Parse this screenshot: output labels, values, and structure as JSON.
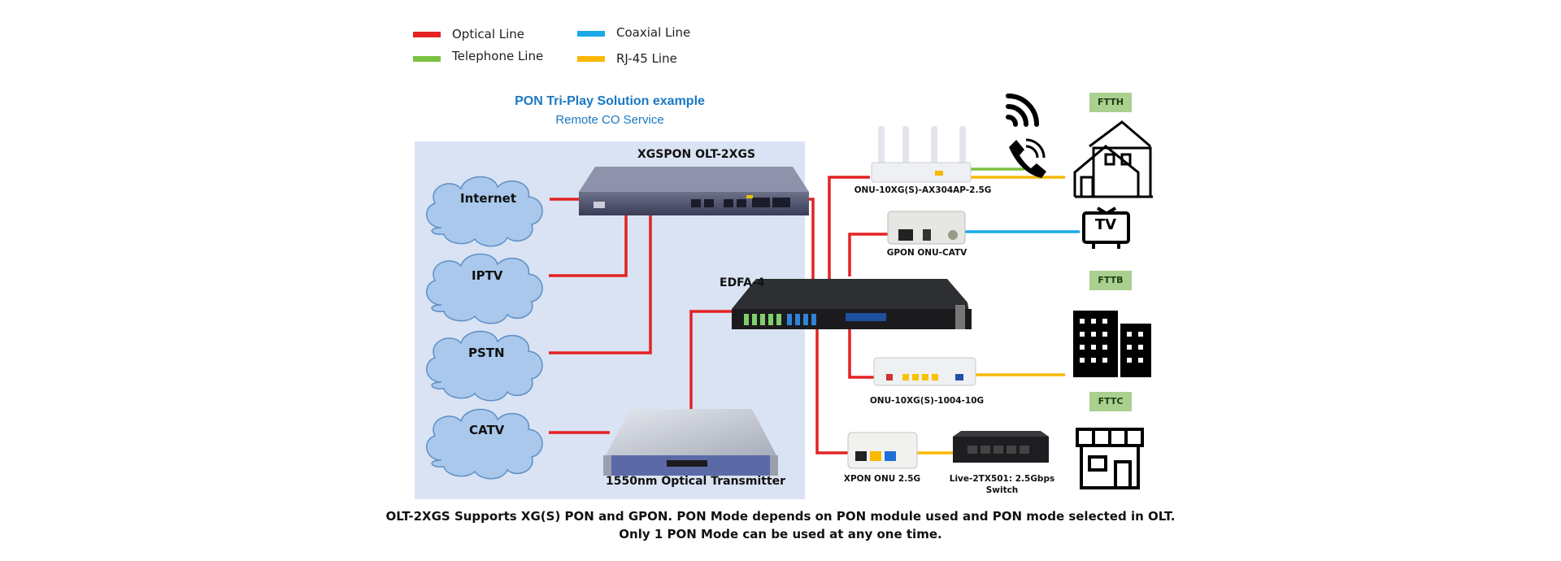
{
  "legend": {
    "items": [
      {
        "label": "Optical Line",
        "color": "#e32222"
      },
      {
        "label": "Telephone Line",
        "color": "#7dc142"
      },
      {
        "label": "Coaxial Line",
        "color": "#1aa9e6"
      },
      {
        "label": "RJ-45 Line",
        "color": "#f8b800"
      }
    ]
  },
  "title": {
    "main": "PON Tri-Play Solution example",
    "sub": "Remote CO Service"
  },
  "sources": [
    "Internet",
    "IPTV",
    "PSTN",
    "CATV"
  ],
  "devices": {
    "olt": "XGSPON OLT-2XGS",
    "edfa": "EDFA-4",
    "transmitter": "1550nm Optical Transmitter",
    "onu_ax": "ONU-10XG(S)-AX304AP-2.5G",
    "onu_catv": "GPON ONU-CATV",
    "onu_1004": "ONU-10XG(S)-1004-10G",
    "xpon": "XPON ONU 2.5G",
    "switch_line1": "Live-2TX501: 2.5Gbps",
    "switch_line2": "Switch"
  },
  "tags": {
    "ftth": "FTTH",
    "fttb": "FTTB",
    "fttc": "FTTC"
  },
  "tv_text": "TV",
  "footer": {
    "line1": "OLT-2XGS Supports XG(S) PON and GPON. PON Mode depends on PON module used and PON mode selected in OLT.",
    "line2": "Only 1 PON Mode can be used at any one time."
  }
}
